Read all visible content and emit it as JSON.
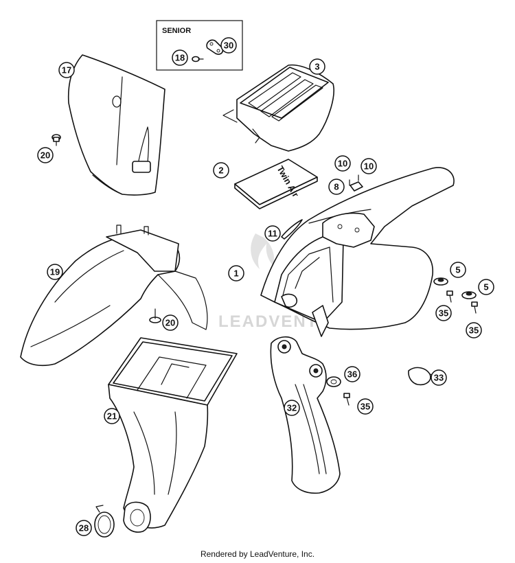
{
  "box_label": "SENIOR",
  "filter_label": "Twin Air",
  "watermark": "LEADVENTURE",
  "footer": "Rendered by LeadVenture, Inc.",
  "callouts": [
    "30",
    "18",
    "17",
    "3",
    "20",
    "2",
    "10",
    "10",
    "8",
    "11",
    "1",
    "19",
    "5",
    "5",
    "35",
    "35",
    "20",
    "21",
    "32",
    "36",
    "35",
    "33",
    "28"
  ]
}
